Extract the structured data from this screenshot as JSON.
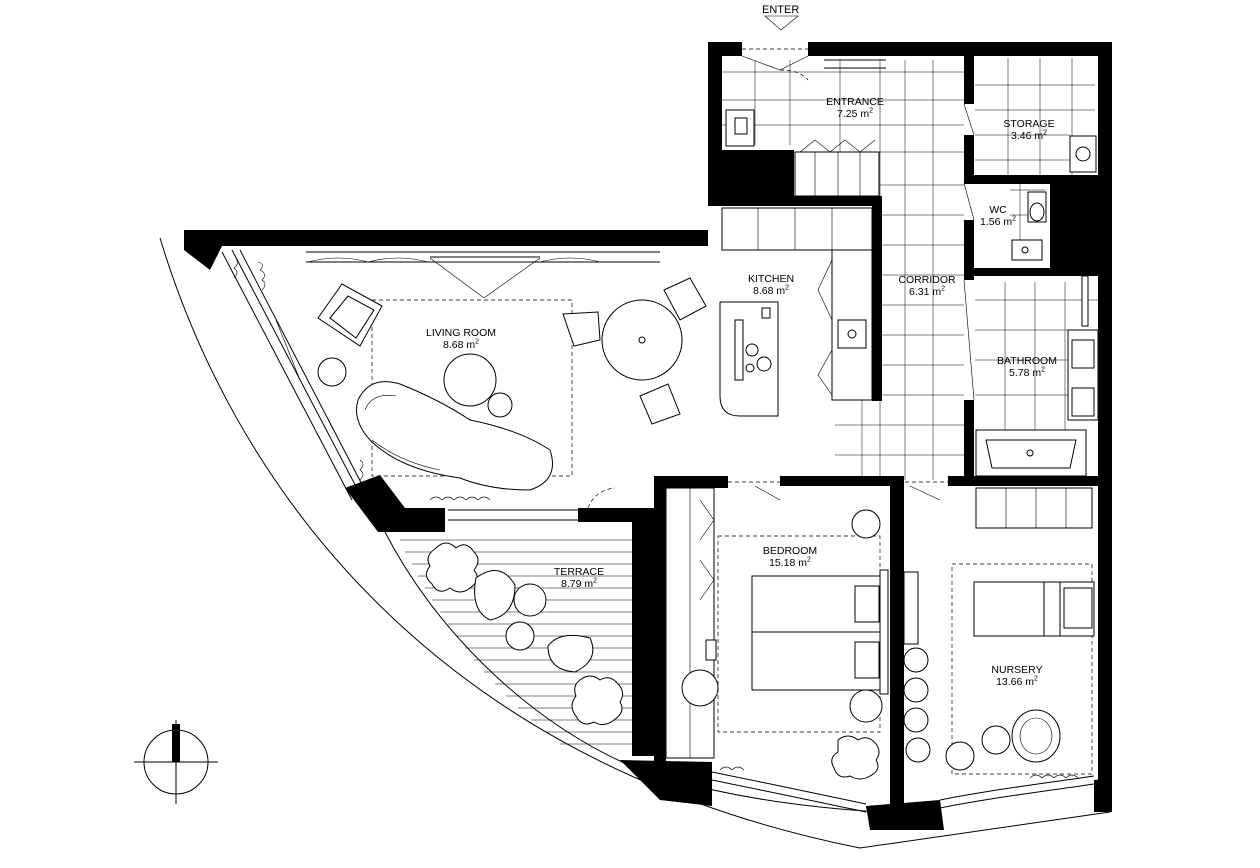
{
  "entrance_marker": "ENTER",
  "area_unit": "m",
  "area_exponent": "2",
  "rooms": [
    {
      "name": "ENTRANCE",
      "area": "7.25"
    },
    {
      "name": "STORAGE",
      "area": "3.46"
    },
    {
      "name": "WC",
      "area": "1.56"
    },
    {
      "name": "KITCHEN",
      "area": "8.68"
    },
    {
      "name": "CORRIDOR",
      "area": "6.31"
    },
    {
      "name": "LIVING ROOM",
      "area": "8.68"
    },
    {
      "name": "BATHROOM",
      "area": "5.78"
    },
    {
      "name": "BEDROOM",
      "area": "15.18"
    },
    {
      "name": "TERRACE",
      "area": "8.79"
    },
    {
      "name": "NURSERY",
      "area": "13.66"
    }
  ]
}
